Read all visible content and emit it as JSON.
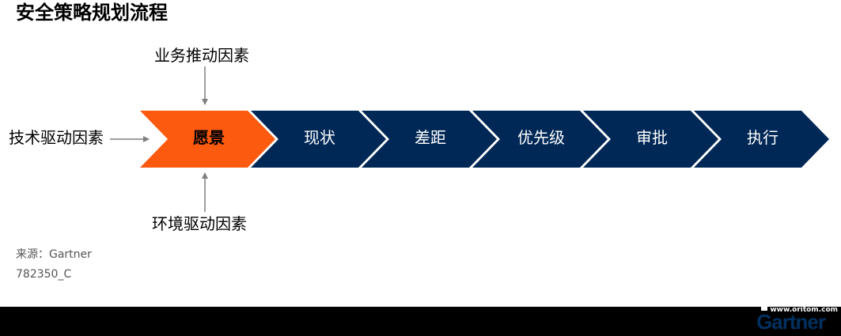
{
  "title": "安全策略规划流程",
  "drivers": {
    "top": "业务推动因素",
    "left": "技术驱动因素",
    "bottom": "环境驱动因素"
  },
  "steps": [
    {
      "label": "愿景",
      "active": true
    },
    {
      "label": "现状",
      "active": false
    },
    {
      "label": "差距",
      "active": false
    },
    {
      "label": "优先级",
      "active": false
    },
    {
      "label": "审批",
      "active": false
    },
    {
      "label": "执行",
      "active": false
    }
  ],
  "colors": {
    "active": "#fc5a0f",
    "step": "#002856",
    "arrow": "#7f7f7f"
  },
  "source": "来源：Gartner",
  "doc_code": "782350_C",
  "footer": {
    "url": "www.oritom.com",
    "logo": "Gartner"
  }
}
